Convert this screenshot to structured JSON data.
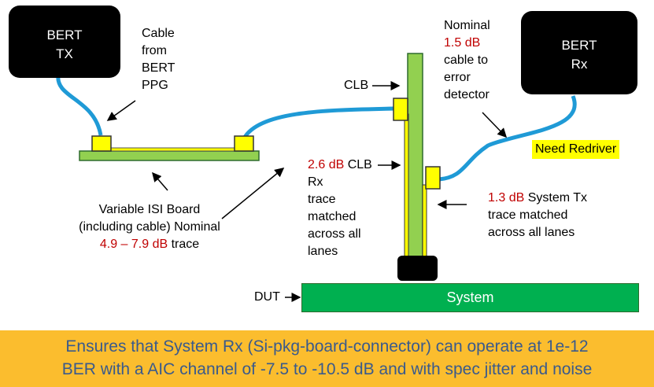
{
  "bert_tx": {
    "line1": "BERT",
    "line2": "TX"
  },
  "bert_rx": {
    "line1": "BERT",
    "line2": "Rx"
  },
  "cable_label": {
    "l1": "Cable",
    "l2": "from",
    "l3": "BERT",
    "l4": "PPG"
  },
  "isi_label": {
    "l1": "Variable ISI Board",
    "l2": "(including cable) Nominal",
    "l3_value": "4.9 – 7.9 dB",
    "l3_rest": " trace"
  },
  "clb_label": "CLB",
  "clb_rx": {
    "value": "2.6 dB",
    "l1_rest": " CLB",
    "l2": "Rx",
    "l3": "trace",
    "l4": "matched",
    "l5": "across all",
    "l6": "lanes"
  },
  "nominal_cable": {
    "l1": "Nominal",
    "value": "1.5 dB",
    "l3": "cable to",
    "l4": "error",
    "l5": "detector"
  },
  "redriver": "Need Redriver",
  "system_tx": {
    "value": "1.3 dB",
    "l1_rest": " System Tx",
    "l2": "trace matched",
    "l3": "across all lanes"
  },
  "dut_label": "DUT",
  "system_label": "System",
  "banner": {
    "l1": "Ensures that System Rx (Si-pkg-board-connector) can operate at 1e-12",
    "l2": "BER with a AIC channel of -7.5 to -10.5 dB and with spec jitter and noise"
  },
  "colors": {
    "cable": "#1f9ad6",
    "board": "#92d050",
    "connector": "#ffff00",
    "accent": "#c00000",
    "banner": "#fbbd2e"
  }
}
